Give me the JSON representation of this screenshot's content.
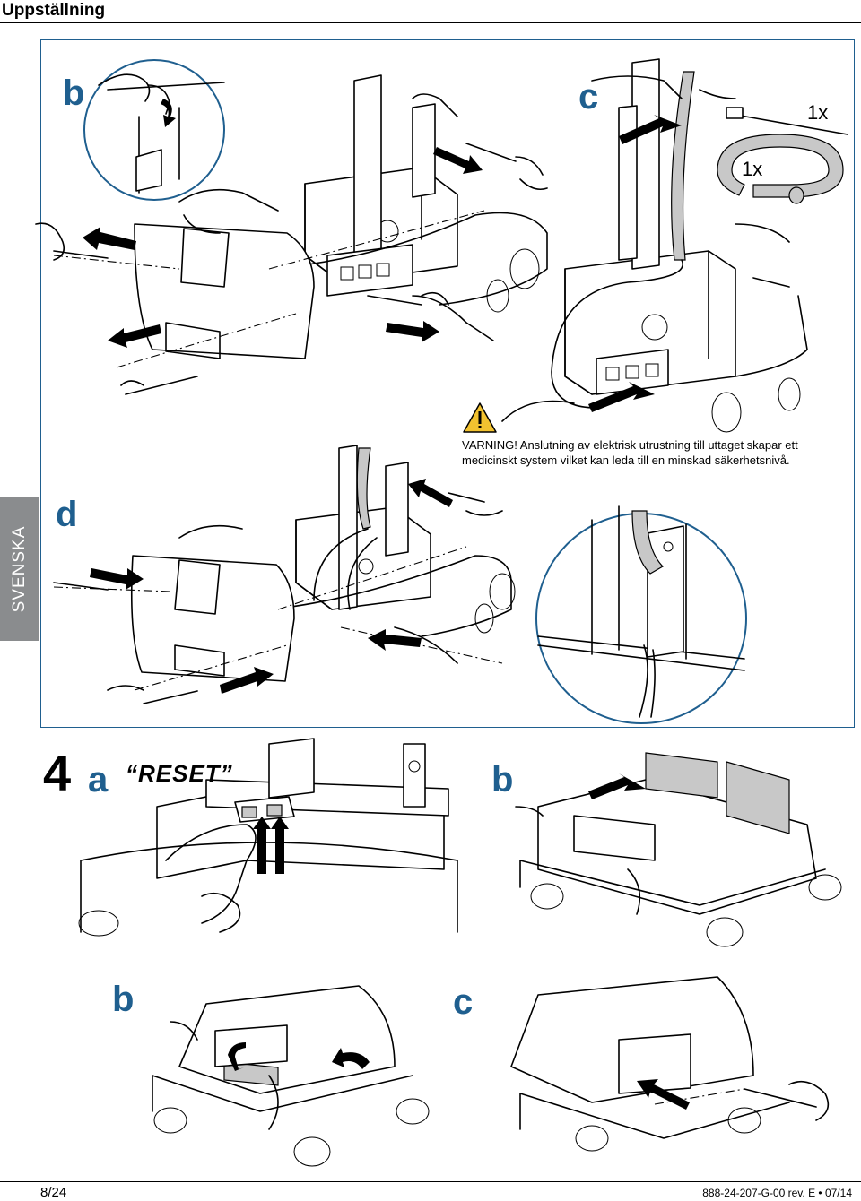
{
  "header": {
    "title": "Uppställning"
  },
  "side_tab": {
    "label": "SVENSKA"
  },
  "steps": {
    "b1": "b",
    "c1": "c",
    "d": "d",
    "num4": "4",
    "a4": "a",
    "b4": "b",
    "b5": "b",
    "c5": "c"
  },
  "counts": {
    "tie": "1x",
    "tube": "1x"
  },
  "reset": {
    "label": "“RESET”"
  },
  "warning": {
    "text": "VARNING! Anslutning av elektrisk utrustning till uttaget skapar ett medicinskt system vilket kan leda till en minskad säkerhetsnivå."
  },
  "footer": {
    "page": "8/24",
    "doc": "888-24-207-G-00 rev. E • 07/14"
  },
  "colors": {
    "accent": "#1f5f8f",
    "tab": "#8a8c8e",
    "warning_fill": "#f2c230"
  }
}
